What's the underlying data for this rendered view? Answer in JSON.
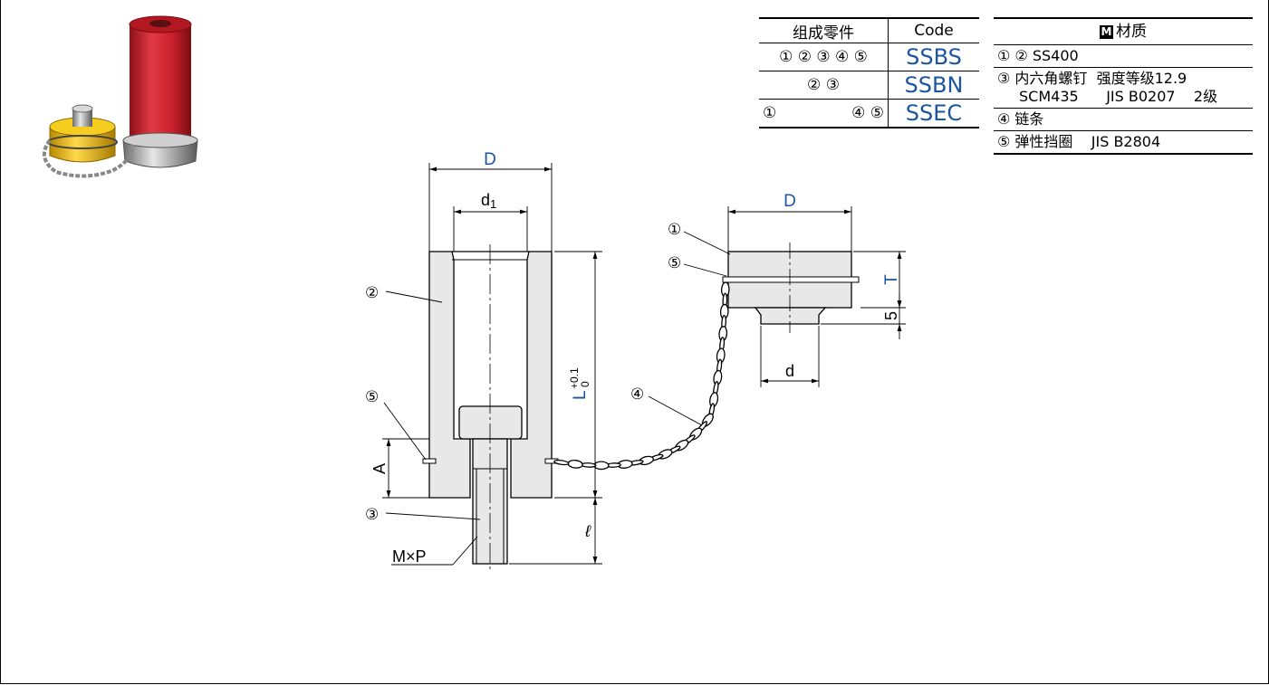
{
  "code_table": {
    "header": {
      "parts": "组成零件",
      "code": "Code"
    },
    "rows": [
      {
        "parts": "① ② ③ ④ ⑤",
        "code": "SSBS"
      },
      {
        "parts": "② ③",
        "code": "SSBN"
      },
      {
        "parts_left": "①",
        "parts_right": "④ ⑤",
        "code": "SSEC"
      }
    ]
  },
  "material_table": {
    "badge": "M",
    "title": "材质",
    "rows": [
      {
        "line1": "① ② SS400"
      },
      {
        "line1": "③ 内六角螺钉  强度等级12.9",
        "line2": "SCM435      JIS B0207    2级"
      },
      {
        "line1": "④ 链条"
      },
      {
        "line1": "⑤ 弹性挡圈    JIS B2804"
      }
    ]
  },
  "drawing": {
    "dim_D_body": "D",
    "dim_d1": "d",
    "dim_d1_sub": "1",
    "dim_D_cap": "D",
    "dim_T": "T",
    "dim_5": "5",
    "dim_d": "d",
    "dim_L": "L",
    "dim_L_tol_plus": "+0.1",
    "dim_L_tol_zero": "0",
    "dim_A": "A",
    "dim_l": "ℓ",
    "thread_label": "M×P",
    "callouts": {
      "c1": "①",
      "c2": "②",
      "c3": "③",
      "c4": "④",
      "c5a": "⑤",
      "c5b": "⑤"
    }
  },
  "colors": {
    "blue_text": "#1a56a0",
    "part_fill": "#e8e8e8",
    "photo_red": "#c8202c",
    "photo_yellow": "#f2c200"
  }
}
